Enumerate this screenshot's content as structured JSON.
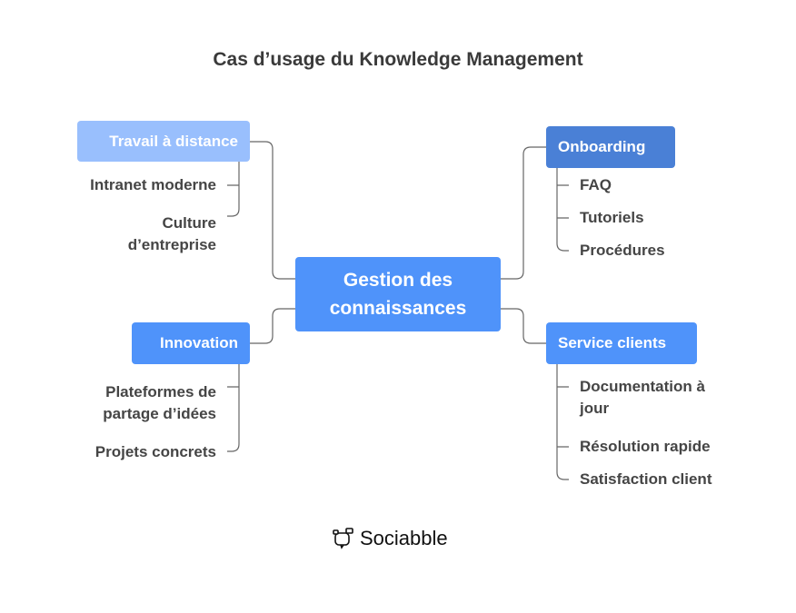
{
  "title": "Cas d’usage du Knowledge Management",
  "center": "Gestion des connaissances",
  "branches": [
    {
      "label": "Travail à distance",
      "color": "#99bffd",
      "items": [
        "Intranet moderne",
        "Culture d’entreprise"
      ]
    },
    {
      "label": "Innovation",
      "color": "#4f93fa",
      "items": [
        "Plateformes de partage d’idées",
        "Projets concrets"
      ]
    },
    {
      "label": "Onboarding",
      "color": "#4a80d6",
      "items": [
        "FAQ",
        "Tutoriels",
        "Procédures"
      ]
    },
    {
      "label": "Service clients",
      "color": "#4f93fa",
      "items": [
        "Documentation à jour",
        "Résolution rapide",
        "Satisfaction client"
      ]
    }
  ],
  "logo": "Sociabble"
}
